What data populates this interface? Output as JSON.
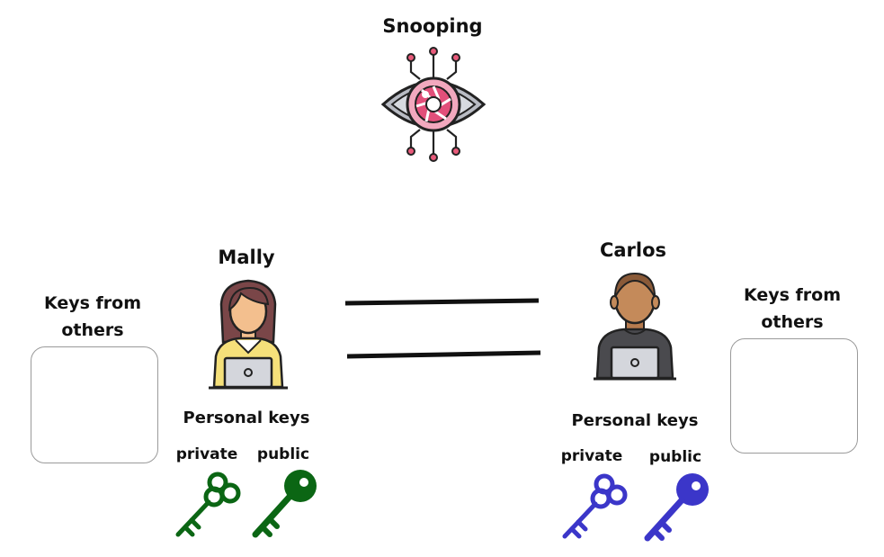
{
  "snooper": {
    "label": "Snooping",
    "icon": "eye-icon"
  },
  "users": [
    {
      "name": "Mally",
      "avatar": "woman-laptop-icon",
      "keys_from_others_label": "Keys from others",
      "personal_keys_label": "Personal keys",
      "private_label": "private",
      "public_label": "public",
      "key_color": "#0b6614"
    },
    {
      "name": "Carlos",
      "avatar": "man-laptop-icon",
      "keys_from_others_label": "Keys from others",
      "personal_keys_label": "Personal keys",
      "private_label": "private",
      "public_label": "public",
      "key_color": "#3b36c9"
    }
  ]
}
